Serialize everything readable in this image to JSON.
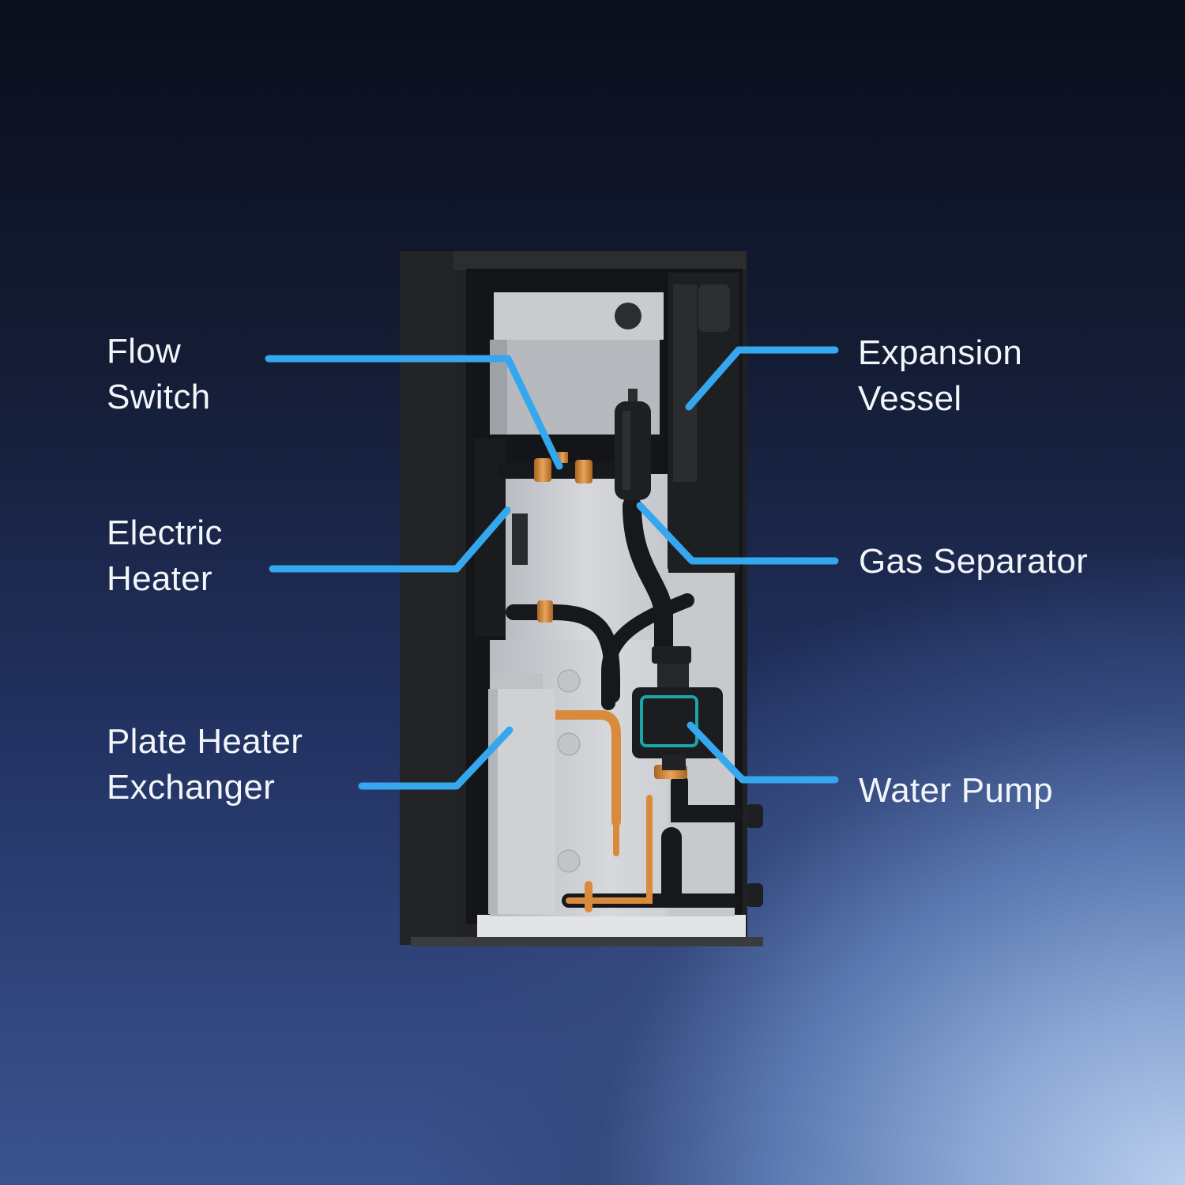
{
  "diagram": {
    "accent_color": "#35a7ee",
    "callouts": [
      {
        "id": "flow-switch",
        "lines": [
          "Flow",
          "Switch"
        ]
      },
      {
        "id": "electric-heater",
        "lines": [
          "Electric",
          "Heater"
        ]
      },
      {
        "id": "plate-heater-exchanger",
        "lines": [
          "Plate Heater",
          "Exchanger"
        ]
      },
      {
        "id": "expansion-vessel",
        "lines": [
          "Expansion",
          "Vessel"
        ]
      },
      {
        "id": "gas-separator",
        "lines": [
          "Gas Separator"
        ]
      },
      {
        "id": "water-pump",
        "lines": [
          "Water Pump"
        ]
      }
    ]
  }
}
